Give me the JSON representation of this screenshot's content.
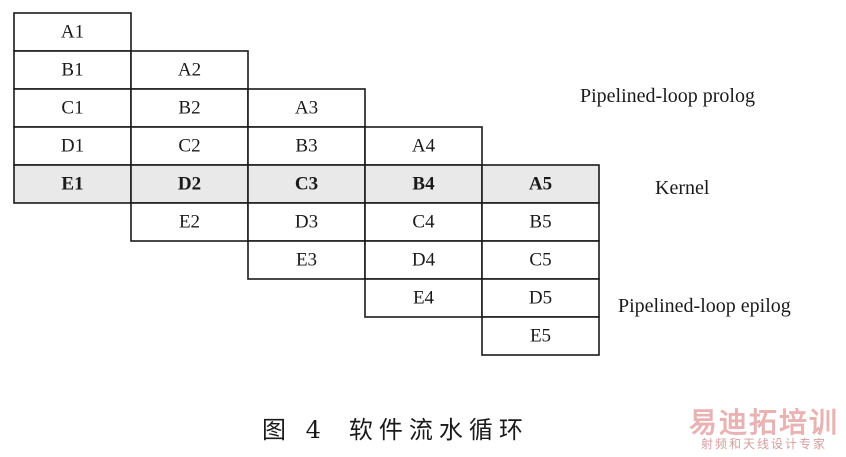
{
  "diagram": {
    "iterations": [
      [
        "A1",
        "B1",
        "C1",
        "D1",
        "E1"
      ],
      [
        "A2",
        "B2",
        "C2",
        "D2",
        "E2"
      ],
      [
        "A3",
        "B3",
        "C3",
        "D3",
        "E3"
      ],
      [
        "A4",
        "B4",
        "C4",
        "D4",
        "E4"
      ],
      [
        "A5",
        "B5",
        "C5",
        "D5",
        "E5"
      ]
    ],
    "kernel_row_index": 4,
    "labels": {
      "prolog": "Pipelined-loop prolog",
      "kernel": "Kernel",
      "epilog": "Pipelined-loop epilog"
    }
  },
  "caption": {
    "figure_number": "图 4",
    "title": "软件流水循环"
  },
  "watermark": {
    "main": "易迪拓培训",
    "sub": "射频和天线设计专家"
  }
}
